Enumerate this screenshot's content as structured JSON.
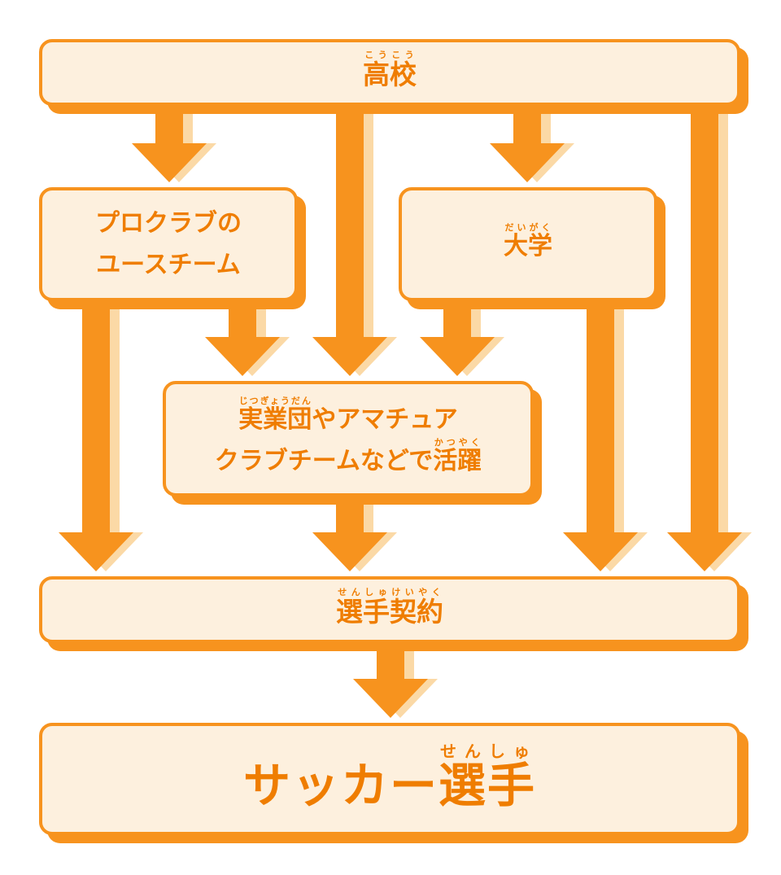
{
  "colors": {
    "accent": "#f7931e",
    "fill": "#fdf0de",
    "text": "#ef7d00",
    "arrow_shadow": "#fbd9a6"
  },
  "nodes": {
    "high_school": {
      "text": "高校",
      "ruby": "こうこう"
    },
    "youth_team": {
      "line1": "プロクラブの",
      "line2": "ユースチーム"
    },
    "university": {
      "text": "大学",
      "ruby": "だいがく"
    },
    "amateur": {
      "line1_kanji": "実業団",
      "line1_ruby": "じつぎょうだん",
      "line1_rest": "やアマチュア",
      "line2_prefix": "クラブチームなどで",
      "line2_kanji": "活躍",
      "line2_ruby": "かつやく"
    },
    "contract": {
      "text": "選手契約",
      "ruby": "せんしゅけいやく"
    },
    "player": {
      "prefix": "サッカー",
      "kanji": "選手",
      "ruby": "せんしゅ"
    }
  }
}
